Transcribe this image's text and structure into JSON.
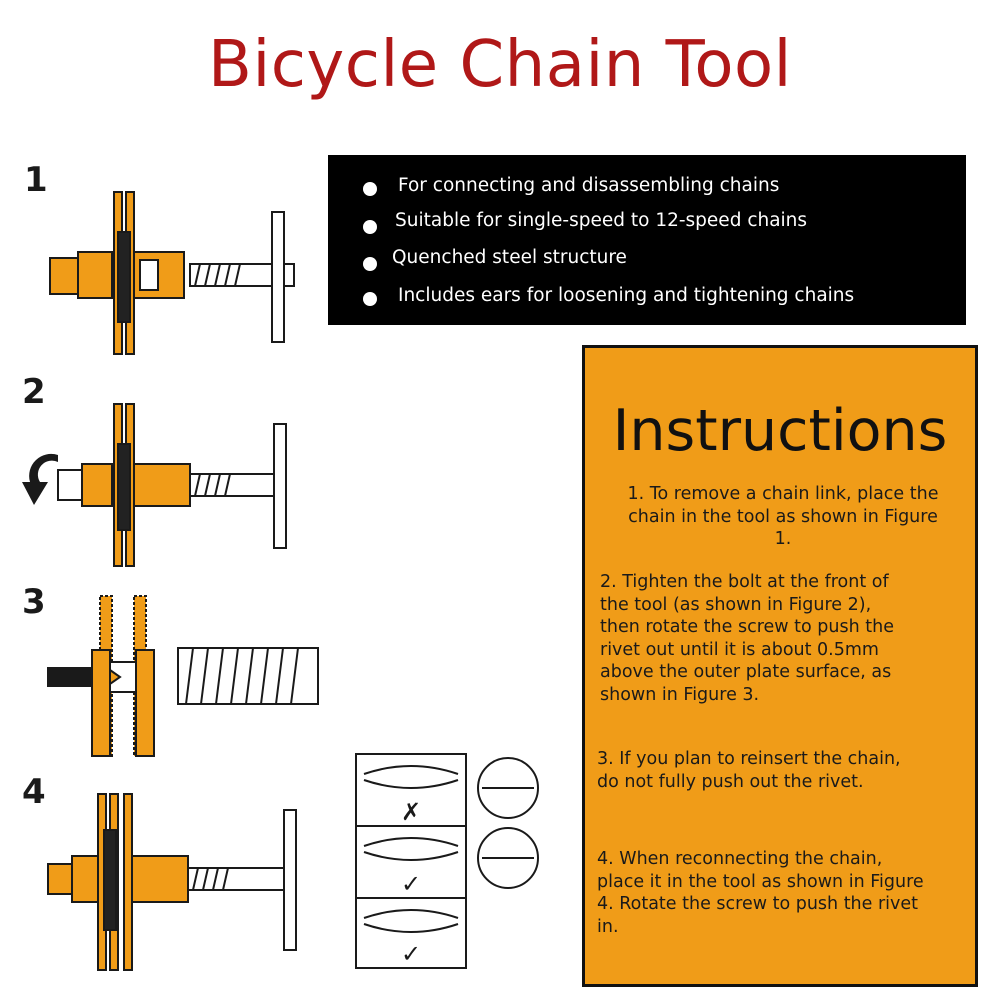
{
  "title": "Bicycle Chain Tool",
  "features": [
    "For connecting and disassembling chains",
    "Suitable for single-speed to 12-speed chains",
    "Quenched steel structure",
    "Includes ears for loosening and tightening chains"
  ],
  "instructions": {
    "heading": "Instructions",
    "step1": [
      "1. To remove a chain link, place the",
      "chain in the tool as shown in Figure",
      "1."
    ],
    "step2": [
      "2. Tighten the bolt at the front of",
      "the tool (as shown in Figure 2),",
      "then rotate the screw to push the",
      "rivet out until it is about 0.5mm",
      "above the outer plate surface, as",
      "shown in Figure 3."
    ],
    "step3": [
      "3. If you plan to reinsert the chain,",
      "do not fully push out the rivet."
    ],
    "step4": [
      "4. When reconnecting the chain,",
      "place it in the tool as shown in Figure",
      "4. Rotate the screw to push the rivet",
      "in."
    ]
  },
  "figures": {
    "labels": [
      "1",
      "2",
      "3",
      "4"
    ],
    "marks": [
      "✗",
      "✓",
      "✓"
    ]
  },
  "colors": {
    "title": "#b01818",
    "orange": "#f09c18",
    "black": "#000000"
  }
}
